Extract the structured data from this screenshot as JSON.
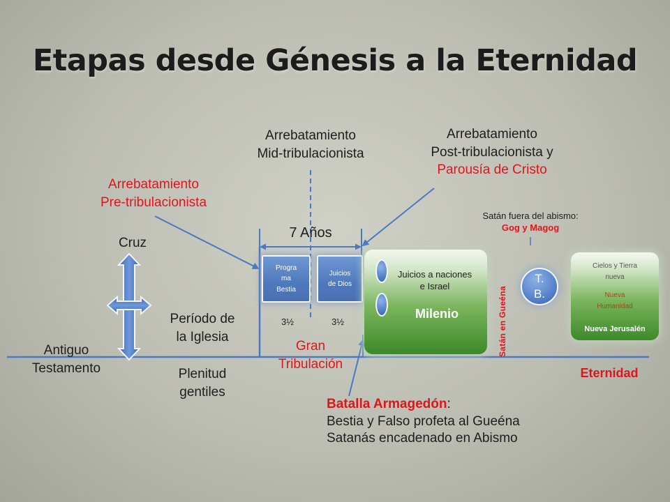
{
  "title": "Etapas desde Génesis a la Eternidad",
  "labels": {
    "antiguo": [
      "Antiguo",
      "Testamento"
    ],
    "cruz": "Cruz",
    "iglesia": [
      "Período de",
      "la Iglesia"
    ],
    "plenitud": [
      "Plenitud",
      "gentiles"
    ],
    "pre": [
      "Arrebatamiento",
      "Pre-tribulacionista"
    ],
    "mid": [
      "Arrebatamiento",
      "Mid-tribulacionista"
    ],
    "post": [
      "Arrebatamiento",
      "Post-tribulacionista y"
    ],
    "parousia": "Parousía de Cristo",
    "siete_anos": "7 Años",
    "half_left": "3½",
    "half_right": "3½",
    "gran": [
      "Gran",
      "Tribulación"
    ],
    "satan_fuera": "Satán fuera del abismo:",
    "gog": "Gog y Magog",
    "satan_gueena": "Satán en Gueéna",
    "eternidad": "Eternidad"
  },
  "boxes": {
    "bestia": [
      "Progra",
      "ma",
      "Bestia"
    ],
    "juicios_dios": [
      "Juicios",
      "de Dios"
    ]
  },
  "milenio": {
    "line1": "Juicios a naciones",
    "line2": "e Israel",
    "title": "Milenio"
  },
  "tb": [
    "T.",
    "B."
  ],
  "eternity_box": {
    "line1": "Cielos y Tierra",
    "line2": "nueva",
    "line3": "Nueva",
    "line4": "Humanidad",
    "line5": "Nueva Jerusalén"
  },
  "armagedon": {
    "heading": "Batalla Armagedón",
    "colon": ":",
    "line1": "Bestia y Falso profeta al Gueéna",
    "line2": "Satanás encadenado en Abismo"
  },
  "colors": {
    "line_blue": "#4a78c2",
    "red": "#e0151b",
    "green_dark": "#3c8a2a"
  }
}
